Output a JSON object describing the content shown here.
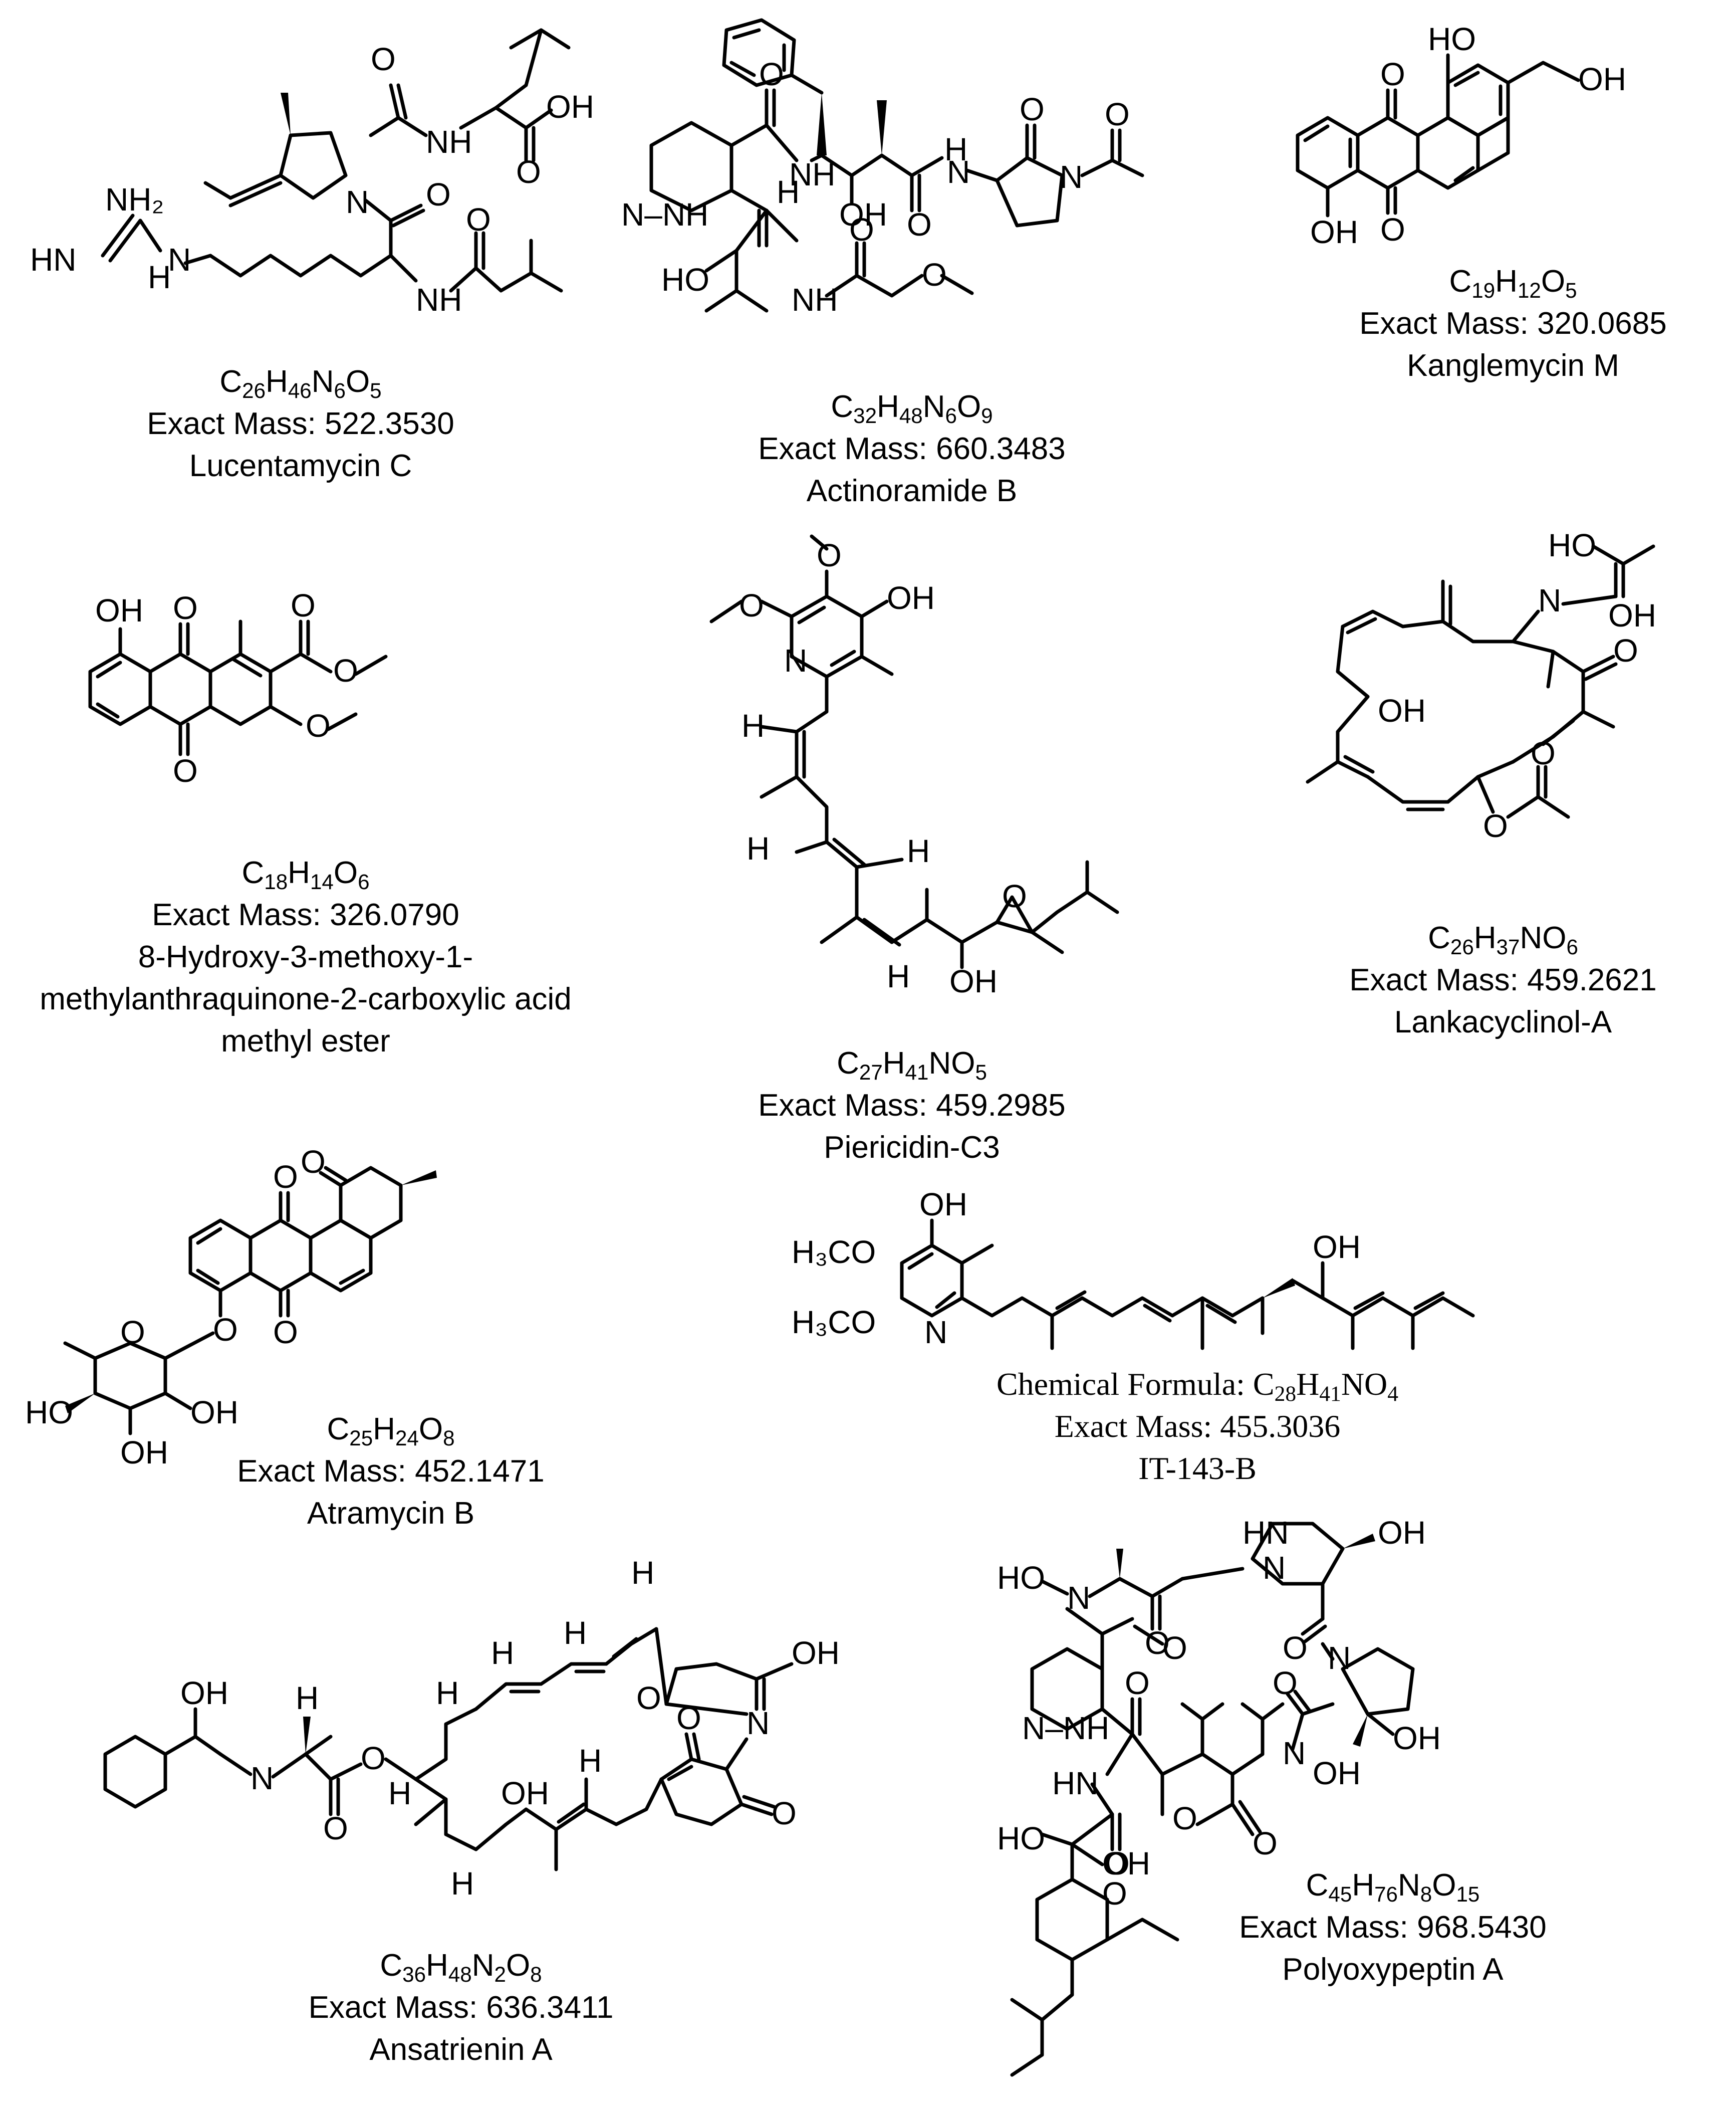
{
  "compounds": [
    {
      "id": "lucentamycin-c",
      "formula": [
        "C",
        "26",
        "H",
        "46",
        "N",
        "6",
        "O",
        "5"
      ],
      "mass_label": "Exact Mass: 522.3530",
      "name": "Lucentamycin C"
    },
    {
      "id": "actinoramide-b",
      "formula": [
        "C",
        "32",
        "H",
        "48",
        "N",
        "6",
        "O",
        "9"
      ],
      "mass_label": "Exact Mass: 660.3483",
      "name": "Actinoramide B"
    },
    {
      "id": "kanglemycin-m",
      "formula": [
        "C",
        "19",
        "H",
        "12",
        "O",
        "5"
      ],
      "mass_label": "Exact Mass: 320.0685",
      "name": "Kanglemycin M"
    },
    {
      "id": "anthraquinone-ester",
      "formula": [
        "C",
        "18",
        "H",
        "14",
        "O",
        "6"
      ],
      "mass_label": "Exact Mass: 326.0790",
      "name_lines": [
        "8-Hydroxy-3-methoxy-1-",
        "methylanthraquinone-2-carboxylic acid",
        "methyl ester"
      ]
    },
    {
      "id": "piericidin-c3",
      "formula": [
        "C",
        "27",
        "H",
        "41",
        "N",
        "O",
        "5"
      ],
      "mass_label": "Exact Mass: 459.2985",
      "name": "Piericidin-C3"
    },
    {
      "id": "lankacyclinol-a",
      "formula": [
        "C",
        "26",
        "H",
        "37",
        "N",
        "O",
        "6"
      ],
      "mass_label": "Exact Mass: 459.2621",
      "name": "Lankacyclinol-A"
    },
    {
      "id": "atramycin-b",
      "formula": [
        "C",
        "25",
        "H",
        "24",
        "O",
        "8"
      ],
      "mass_label": "Exact Mass: 452.1471",
      "name": "Atramycin B"
    },
    {
      "id": "it-143-b",
      "formula_prefix": "Chemical Formula: ",
      "formula": [
        "C",
        "28",
        "H",
        "41",
        "N",
        "O",
        "4"
      ],
      "mass_label": "Exact Mass: 455.3036",
      "name": "IT-143-B"
    },
    {
      "id": "ansatrienin-a",
      "formula": [
        "C",
        "36",
        "H",
        "48",
        "N",
        "2",
        "O",
        "8"
      ],
      "mass_label": "Exact Mass: 636.3411",
      "name": "Ansatrienin A"
    },
    {
      "id": "polyoxypeptin-a",
      "formula": [
        "C",
        "45",
        "H",
        "76",
        "N",
        "8",
        "O",
        "15"
      ],
      "mass_label": "Exact Mass: 968.5430",
      "name": "Polyoxypeptin A"
    }
  ],
  "atom_labels": {
    "OH": "OH",
    "HO": "HO",
    "O": "O",
    "N": "N",
    "H": "H",
    "NH": "NH",
    "HN": "HN",
    "NH2": "NH₂",
    "H3CO": "H₃CO",
    "HNN": "HN",
    "NNH": "N–NH"
  }
}
